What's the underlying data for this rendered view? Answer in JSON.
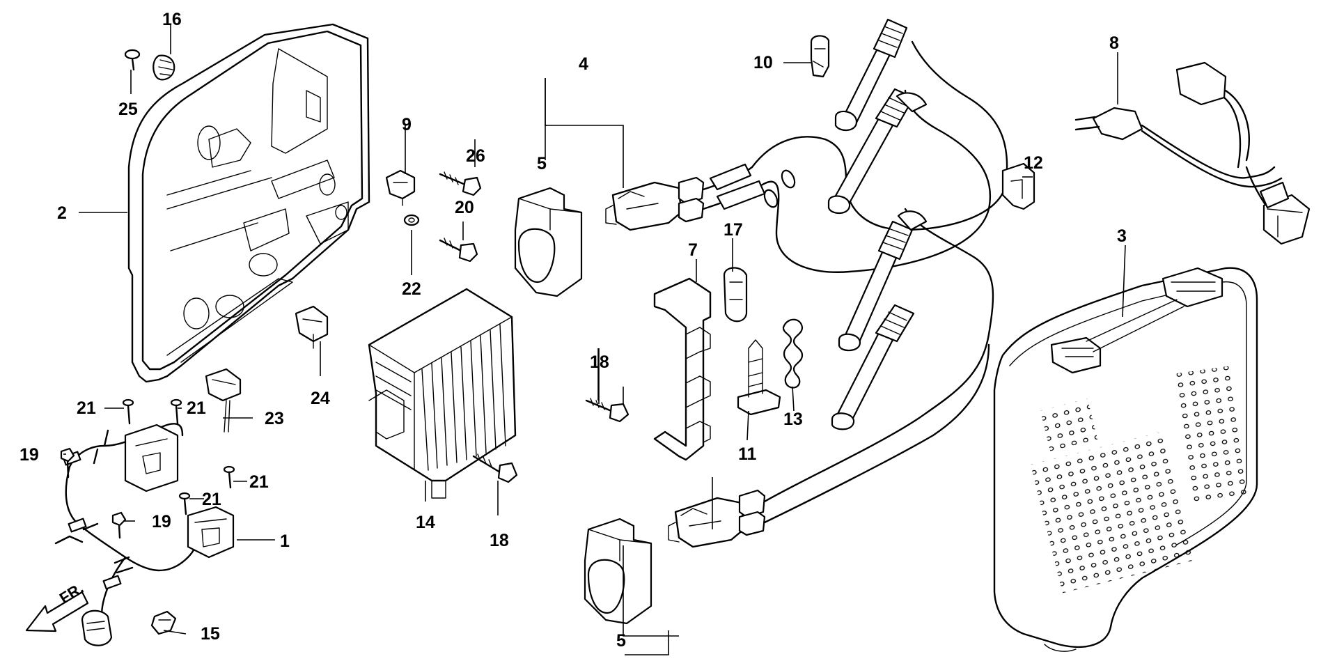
{
  "callouts": {
    "c1": "1",
    "c2": "2",
    "c3": "3",
    "c4": "4",
    "c5a": "5",
    "c5b": "5",
    "c7": "7",
    "c8": "8",
    "c9": "9",
    "c10": "10",
    "c11": "11",
    "c12": "12",
    "c13": "13",
    "c14": "14",
    "c15": "15",
    "c16": "16",
    "c17": "17",
    "c18a": "18",
    "c18b": "18",
    "c19a": "19",
    "c19b": "19",
    "c20": "20",
    "c21a": "21",
    "c21b": "21",
    "c21c": "21",
    "c21d": "21",
    "c22": "22",
    "c23": "23",
    "c24": "24",
    "c25": "25",
    "c26": "26"
  },
  "direction_indicator": {
    "label": "FR."
  },
  "icons": [
    "front-arrow-icon"
  ],
  "colors": {
    "line": "#000000",
    "background": "#ffffff"
  }
}
